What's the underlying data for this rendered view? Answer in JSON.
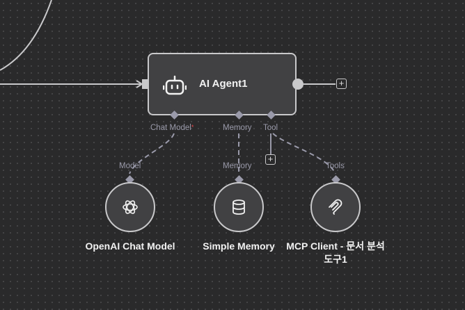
{
  "agent": {
    "title": "AI Agent1",
    "icon": "robot-icon"
  },
  "ports": {
    "chat_model": {
      "label": "Chat Model",
      "required_mark": "*"
    },
    "memory": {
      "label": "Memory"
    },
    "tool": {
      "label": "Tool"
    }
  },
  "connection_labels": {
    "model": "Model",
    "memory": "Memory",
    "tools": "Tools"
  },
  "add_button_symbol": "+",
  "sub_nodes": [
    {
      "title": "OpenAI Chat Model",
      "icon": "openai-icon"
    },
    {
      "title": "Simple Memory",
      "icon": "database-icon"
    },
    {
      "title": "MCP Client - 문서 분석 도구1",
      "icon": "mcp-icon"
    }
  ],
  "colors": {
    "canvas": "#2a2a2b",
    "node_fill": "#414143",
    "node_border": "#c9c9cb",
    "port_label": "#9a9aaa",
    "required": "#e5484d"
  }
}
